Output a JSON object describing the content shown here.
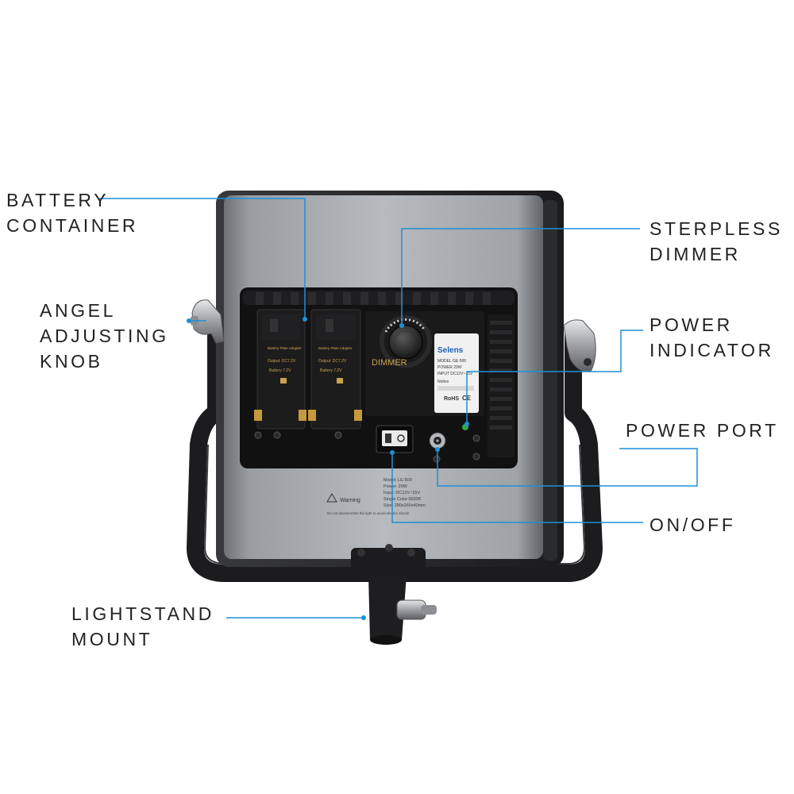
{
  "callouts": {
    "battery": {
      "line1": "BATTERY",
      "line2": "CONTAINER"
    },
    "angle_knob": {
      "line1": "ANGEL",
      "line2": "ADJUSTING",
      "line3": "KNOB"
    },
    "dimmer": {
      "line1": "STERPLESS",
      "line2": "DIMMER"
    },
    "power_indicator": {
      "line1": "POWER",
      "line2": "INDICATOR"
    },
    "power_port": {
      "line1": "POWER PORT"
    },
    "on_off": {
      "line1": "ON/OFF"
    },
    "mount": {
      "line1": "LIGHTSTAND",
      "line2": "MOUNT"
    }
  },
  "device": {
    "brand": "Selens",
    "dimmer_label": "DIMMER",
    "plate_model": "MODEL  GE-500",
    "plate_power": "POWER  29W",
    "plate_input": "INPUT  DC12V~15V",
    "plate_notice": "Notice",
    "plate_rohs": "RoHS",
    "plate_ce": "CE",
    "battery_adapter_title": "Battery Plate Adapter",
    "battery_output": "Output: DC7.2V",
    "battery_spec": "Battery 7.2V",
    "rear_model": "Model: LE-500",
    "rear_power": "Power: 29W",
    "rear_input": "Input: DC12V~15V",
    "rear_temp": "Single Color:5600K",
    "rear_size": "Size: 280x260x40mm",
    "warning_title": "Warning",
    "warning_text": "Do not disassemble the light to avoid electric shock!"
  },
  "colors": {
    "callout_line": "#1e8fd6",
    "label_text": "#222222",
    "panel_silver": "#9a9da2",
    "frame_black": "#1f1f21"
  }
}
